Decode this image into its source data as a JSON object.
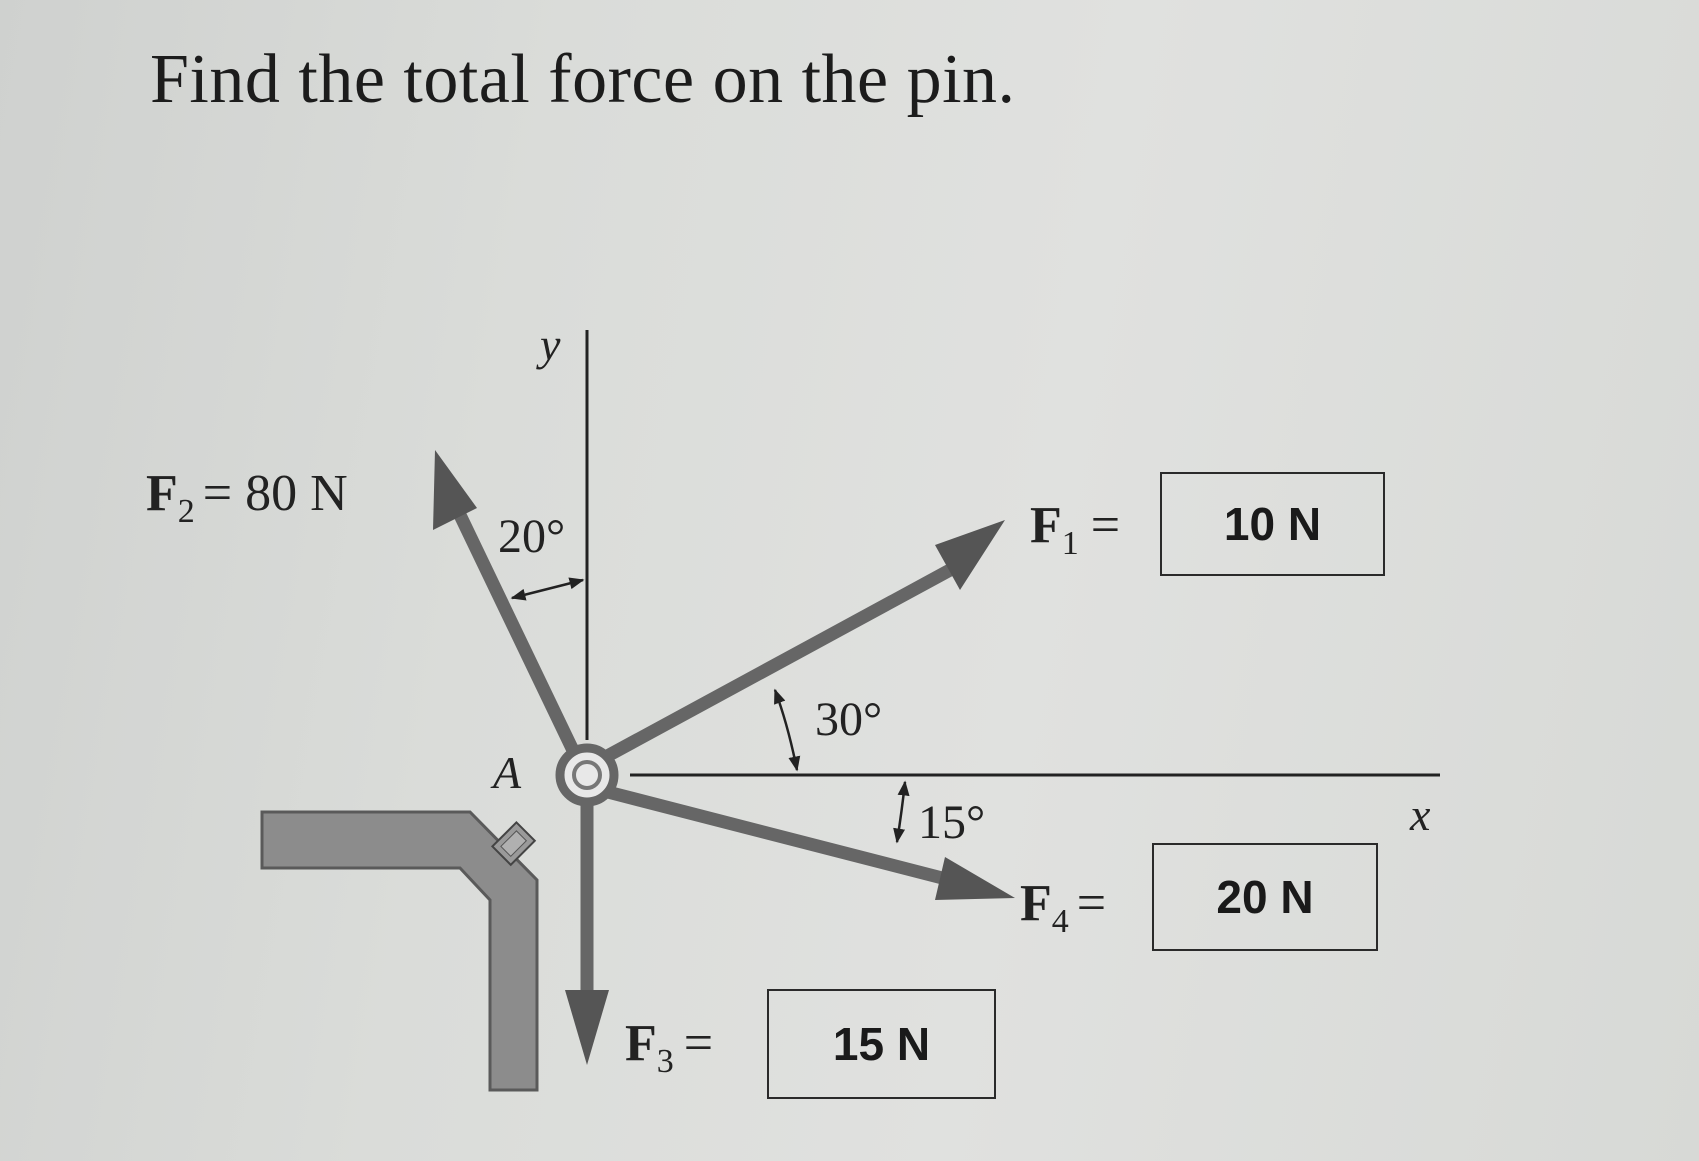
{
  "question": "Find the total force on the pin.",
  "axes": {
    "x_label": "x",
    "y_label": "y",
    "origin_label": "A"
  },
  "forces": {
    "f1": {
      "symbol": "F",
      "subscript": "1",
      "equals": "=",
      "answer": "10 N",
      "angle_label": "30°"
    },
    "f2": {
      "symbol": "F",
      "subscript": "2",
      "equals": "= 80 N",
      "angle_label": "20°"
    },
    "f3": {
      "symbol": "F",
      "subscript": "3",
      "equals": "=",
      "answer": "15 N"
    },
    "f4": {
      "symbol": "F",
      "subscript": "4",
      "equals": "=",
      "answer": "20 N",
      "angle_label": "15°"
    }
  }
}
